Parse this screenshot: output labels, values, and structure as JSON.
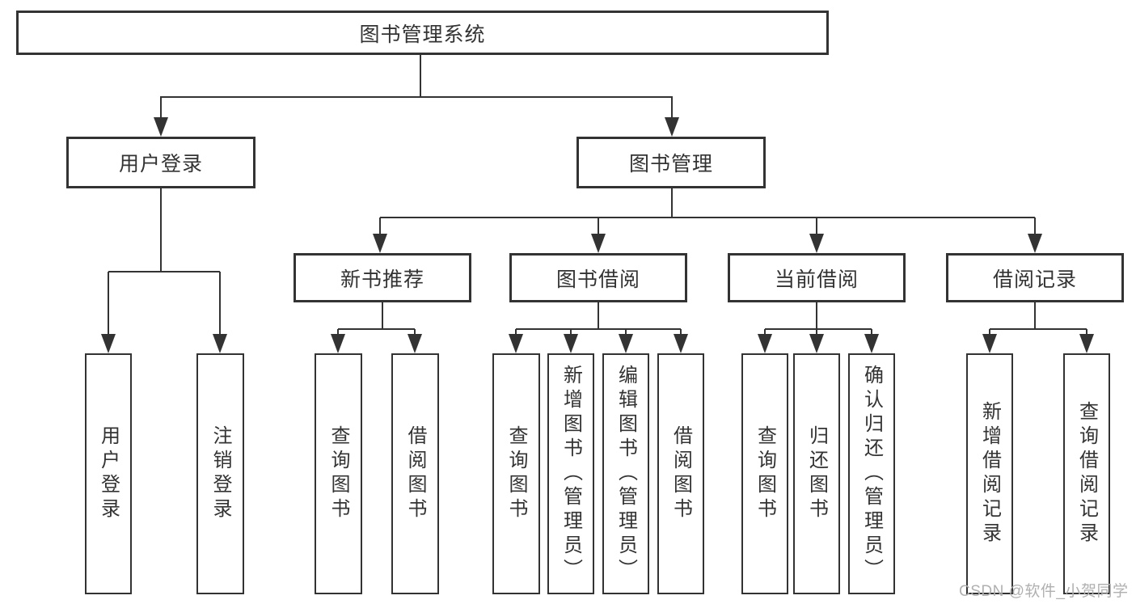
{
  "diagram_title": "图书管理系统",
  "nodes": {
    "root": "图书管理系统",
    "user_login": "用户登录",
    "book_mgmt": "图书管理",
    "new_book_rec": "新书推荐",
    "book_borrow": "图书借阅",
    "current_borrow": "当前借阅",
    "borrow_records": "借阅记录",
    "ul_user_login": "用户登录",
    "ul_logout": "注销登录",
    "nb_query_books": "查询图书",
    "nb_borrow_books": "借阅图书",
    "bb_query_books": "查询图书",
    "bb_add_books": "新增图书（管理员）",
    "bb_edit_books": "编辑图书（管理员）",
    "bb_borrow_books": "借阅图书",
    "cb_query_books": "查询图书",
    "cb_return_books": "归还图书",
    "cb_confirm_return": "确认归还（管理员）",
    "br_add_record": "新增借阅记录",
    "br_query_record": "查询借阅记录"
  },
  "watermark": "CSDN @软件_小贺同学",
  "colors": {
    "line": "#333333",
    "box_border": "#333333",
    "box_bg": "#ffffff",
    "text": "#333333",
    "watermark": "#b0b0b0",
    "background": "#ffffff"
  }
}
